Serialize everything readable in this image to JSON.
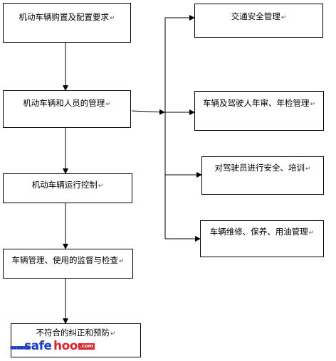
{
  "flowchart": {
    "main_steps": [
      "机动车辆购置及配置要求",
      "机动车辆和人员的管理",
      "机动车辆运行控制",
      "车辆管理、使用的监督与检查",
      "不符合的纠正和预防"
    ],
    "branch_steps": [
      "交通安全管理",
      "车辆及驾驶人年审、年检管理",
      "对驾驶员进行安全、培训",
      "车辆维修、保养、用油管理"
    ],
    "return_mark": "↵"
  },
  "watermark": {
    "part1": "safe",
    "part2": "hoo",
    "suffix": ".com",
    "colors": {
      "blue": "#1f3fbf",
      "red": "#d9262b"
    }
  }
}
